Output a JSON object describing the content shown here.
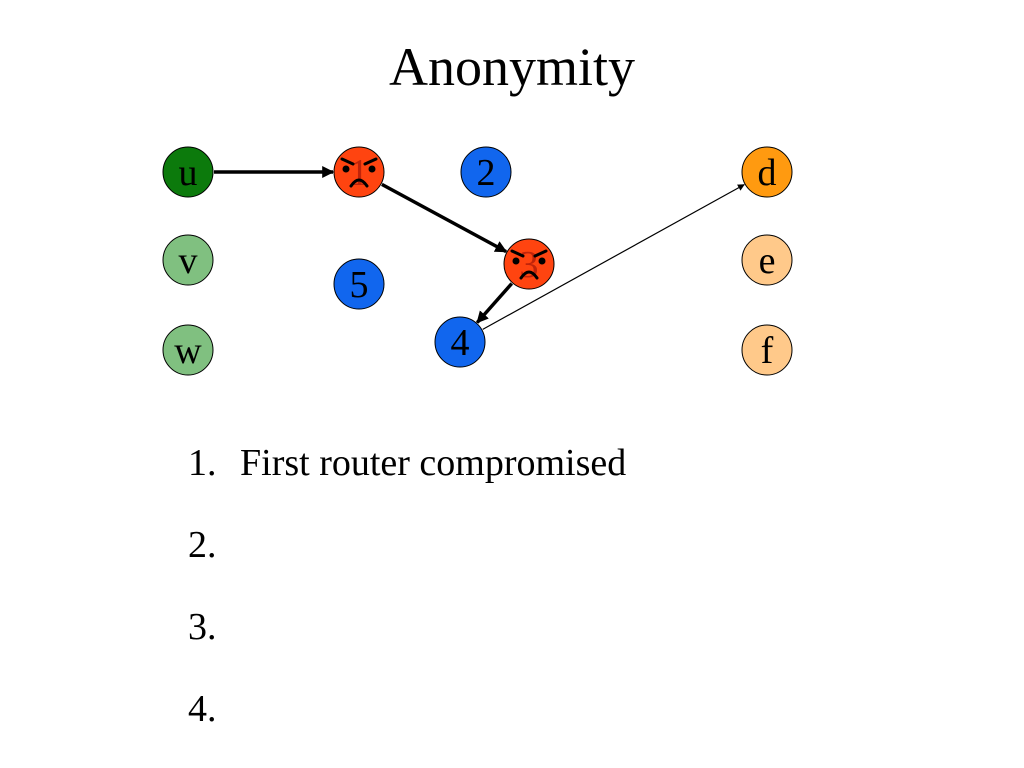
{
  "slide": {
    "title": "Anonymity"
  },
  "colors": {
    "sender_active": "#0c7a0c",
    "sender_idle": "#80c080",
    "router_good": "#1166ee",
    "router_bad": "#ff4410",
    "dest_active": "#ff9a10",
    "dest_idle": "#ffc98a",
    "stroke": "#000000"
  },
  "nodes": [
    {
      "id": "u",
      "label": "u",
      "role": "sender",
      "color": "#0c7a0c"
    },
    {
      "id": "v",
      "label": "v",
      "role": "sender",
      "color": "#80c080"
    },
    {
      "id": "w",
      "label": "w",
      "role": "sender",
      "color": "#80c080"
    },
    {
      "id": "r1",
      "label": "1",
      "role": "router",
      "compromised": true,
      "color": "#ff4410",
      "icon": "angry-face-icon"
    },
    {
      "id": "r2",
      "label": "2",
      "role": "router",
      "compromised": false,
      "color": "#1166ee"
    },
    {
      "id": "r3",
      "label": "3",
      "role": "router",
      "compromised": true,
      "color": "#ff4410",
      "icon": "angry-face-icon"
    },
    {
      "id": "r4",
      "label": "4",
      "role": "router",
      "compromised": false,
      "color": "#1166ee"
    },
    {
      "id": "r5",
      "label": "5",
      "role": "router",
      "compromised": false,
      "color": "#1166ee"
    },
    {
      "id": "d",
      "label": "d",
      "role": "destination",
      "color": "#ff9a10"
    },
    {
      "id": "e",
      "label": "e",
      "role": "destination",
      "color": "#ffc98a"
    },
    {
      "id": "f",
      "label": "f",
      "role": "destination",
      "color": "#ffc98a"
    }
  ],
  "edges": [
    {
      "from": "u",
      "to": "r1",
      "weight": "thick"
    },
    {
      "from": "r1",
      "to": "r3",
      "weight": "thick"
    },
    {
      "from": "r3",
      "to": "r4",
      "weight": "thick"
    },
    {
      "from": "r4",
      "to": "d",
      "weight": "thin"
    }
  ],
  "list": {
    "items": [
      {
        "num": "1.",
        "text": "First router compromised"
      },
      {
        "num": "2.",
        "text": ""
      },
      {
        "num": "3.",
        "text": ""
      },
      {
        "num": "4.",
        "text": ""
      }
    ]
  }
}
